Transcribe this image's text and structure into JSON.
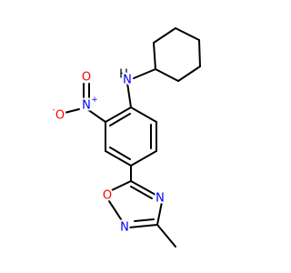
{
  "atoms": {
    "amine_n": "N",
    "amine_h": "H",
    "nitro_n": "N",
    "nitro_n_charge": "+",
    "nitro_o_top": "O",
    "nitro_o_side": "O",
    "nitro_o_side_charge": "-",
    "ring_o": "O",
    "ring_n_right": "N",
    "ring_n_left": "N"
  },
  "colors": {
    "bond": "#000000",
    "nitrogen": "#0000ff",
    "oxygen": "#ff0000",
    "hydrogen": "#000000"
  }
}
